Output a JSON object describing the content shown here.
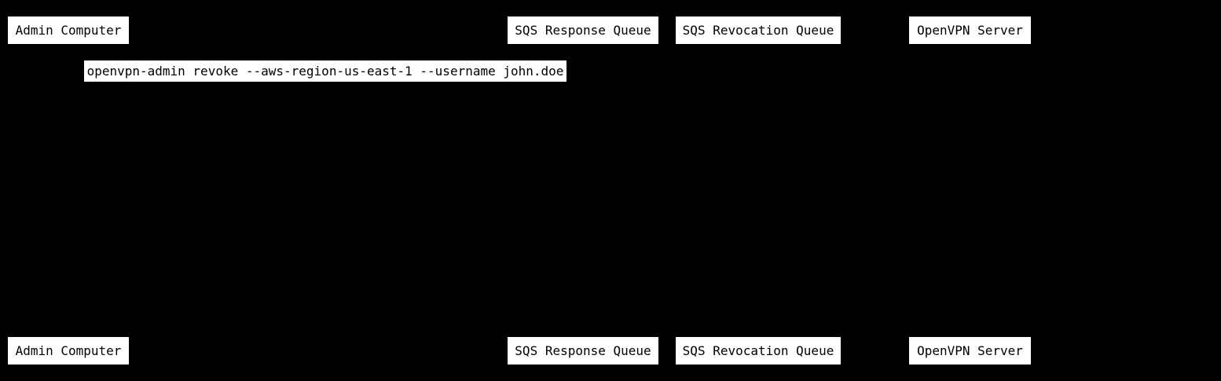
{
  "diagram": {
    "type": "sequence",
    "theme": {
      "background": "#000000",
      "box_fill": "#ffffff",
      "box_text": "#000000"
    },
    "participants": [
      {
        "label": "Admin Computer"
      },
      {
        "label": "SQS Response Queue"
      },
      {
        "label": "SQS Revocation Queue"
      },
      {
        "label": "OpenVPN Server"
      }
    ],
    "messages": [
      {
        "label": "openvpn-admin revoke --aws-region-us-east-1 --username john.doe"
      }
    ]
  }
}
